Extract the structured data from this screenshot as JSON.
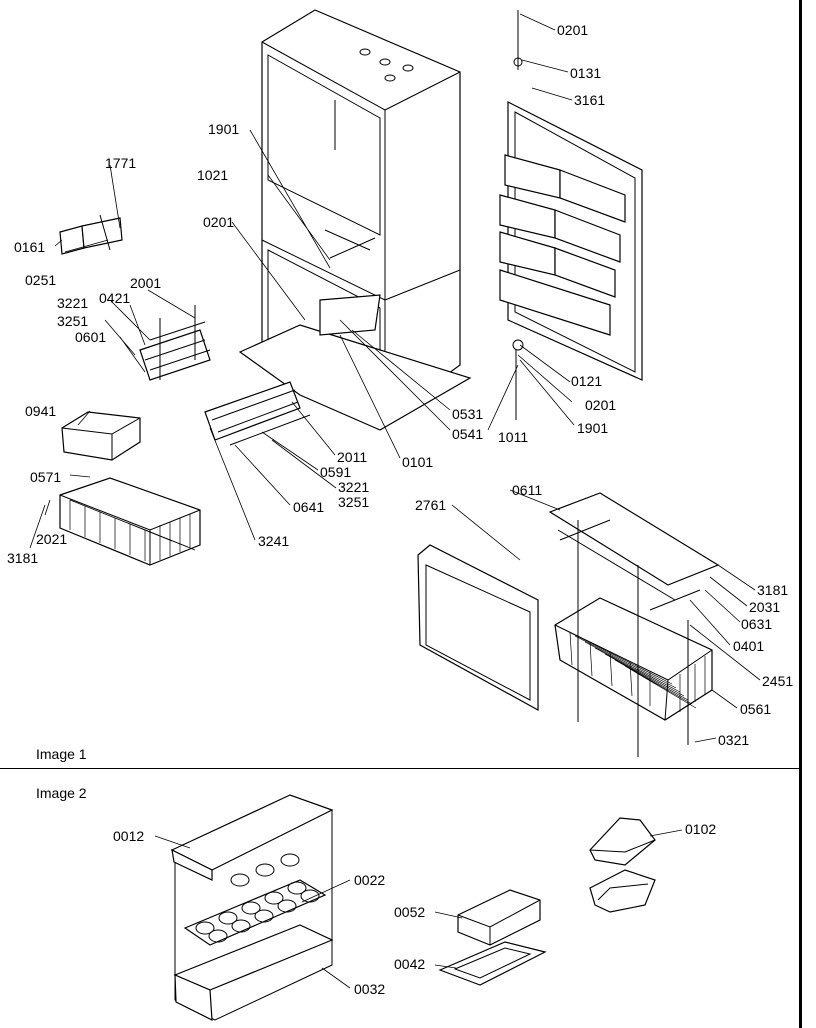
{
  "sections": {
    "image1_label": "Image 1",
    "image2_label": "Image 2"
  },
  "callouts": {
    "c0201a": "0201",
    "c0131": "0131",
    "c3161": "3161",
    "c1901a": "1901",
    "c1771": "1771",
    "c1021": "1021",
    "c0201b": "0201",
    "c0161": "0161",
    "c0251": "0251",
    "c2001": "2001",
    "c3221a": "3221",
    "c0421": "0421",
    "c3251a": "3251",
    "c0601": "0601",
    "c0941": "0941",
    "c0121": "0121",
    "c0201c": "0201",
    "c1901b": "1901",
    "c0531": "0531",
    "c0541": "0541",
    "c1011": "1011",
    "c2011": "2011",
    "c0101": "0101",
    "c0591": "0591",
    "c3221b": "3221",
    "c3251b": "3251",
    "c0641": "0641",
    "c0571": "0571",
    "c2021": "2021",
    "c3181a": "3181",
    "c3241": "3241",
    "c0611": "0611",
    "c2761": "2761",
    "c3181b": "3181",
    "c2031": "2031",
    "c0631": "0631",
    "c0401": "0401",
    "c2451": "2451",
    "c0561": "0561",
    "c0321": "0321",
    "c0012": "0012",
    "c0022": "0022",
    "c0032": "0032",
    "c0052": "0052",
    "c0042": "0042",
    "c0102": "0102"
  }
}
